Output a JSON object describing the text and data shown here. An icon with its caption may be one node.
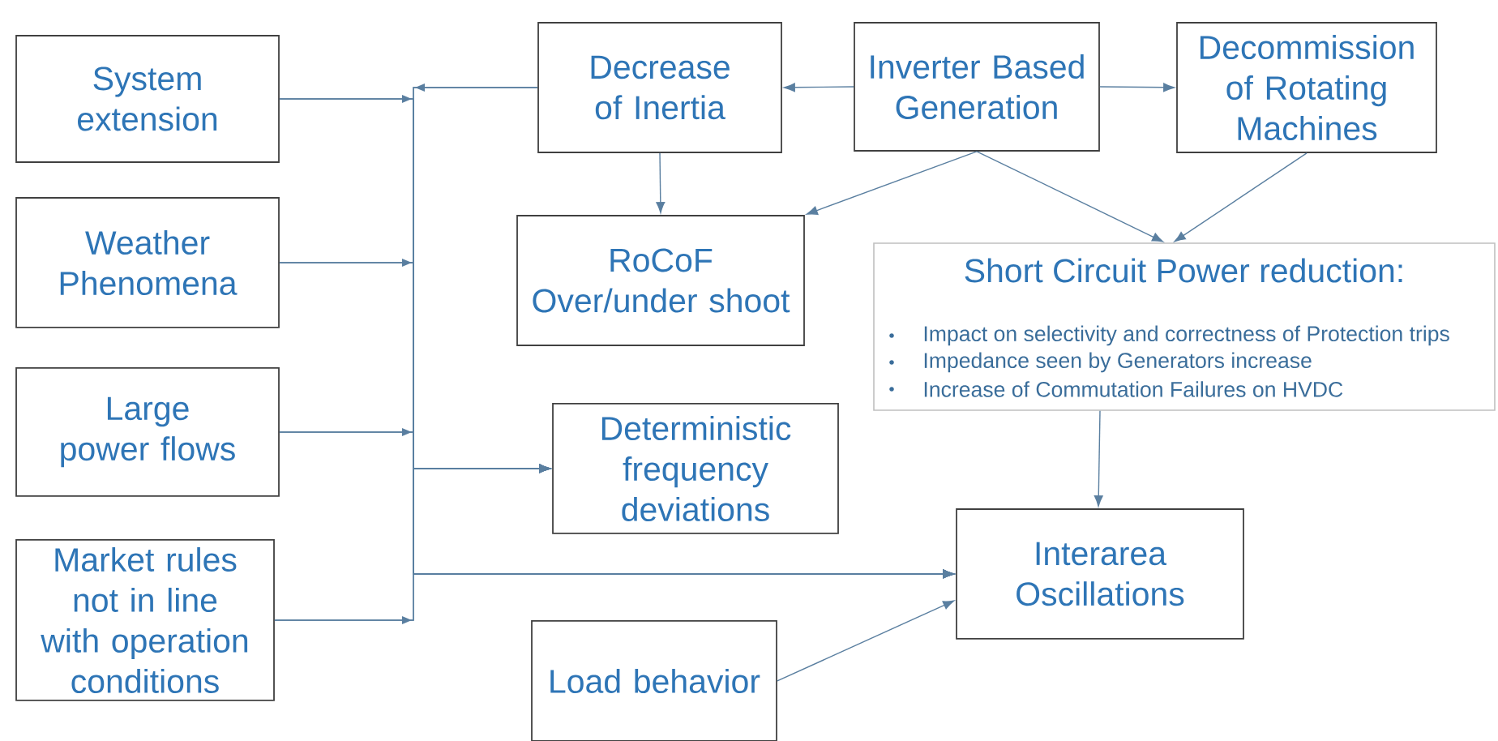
{
  "diagram": {
    "nodes": [
      {
        "text": [
          "System extension"
        ]
      },
      {
        "text": [
          "Weather Phenomena"
        ]
      },
      {
        "text": [
          "Large power flows"
        ]
      },
      {
        "text": [
          "Market rules not in line with operation conditions"
        ]
      },
      {
        "text": [
          "Decrease of Inertia"
        ]
      },
      {
        "text": [
          "Inverter Based Generation"
        ]
      },
      {
        "text": [
          "Decommission of Rotating Machines"
        ]
      },
      {
        "text": [
          "RoCoF Over/under shoot"
        ]
      },
      {
        "text": [
          "Short Circuit Power reduction:",
          "Impact on selectivity and correctness of Protection trips",
          "Impedance seen by Generators increase",
          "Increase of Commutation Failures on HVDC"
        ]
      },
      {
        "text": [
          "Deterministic frequency deviations"
        ]
      },
      {
        "text": [
          "Interarea Oscillations"
        ]
      },
      {
        "text": [
          "Load behavior"
        ]
      }
    ],
    "edges": [
      {
        "from": 5,
        "to": 4,
        "arrow": "to"
      },
      {
        "from": 5,
        "to": 6,
        "arrow": "to"
      },
      {
        "from": 4,
        "to": 7,
        "arrow": "to"
      },
      {
        "from": 5,
        "to": 7,
        "arrow": "to"
      },
      {
        "from": 5,
        "to": 8,
        "arrow": "to"
      },
      {
        "from": 6,
        "to": 8,
        "arrow": "to"
      },
      {
        "from": 8,
        "to": 10,
        "arrow": "to"
      },
      {
        "from": 11,
        "to": 10,
        "arrow": "to"
      },
      {
        "from": 0,
        "to": 9,
        "arrow": "to"
      },
      {
        "from": 0,
        "to": 10,
        "arrow": "to"
      },
      {
        "from": 1,
        "to": 9,
        "arrow": "to"
      },
      {
        "from": 1,
        "to": 10,
        "arrow": "to"
      },
      {
        "from": 2,
        "to": 9,
        "arrow": "to"
      },
      {
        "from": 2,
        "to": 10,
        "arrow": "to"
      },
      {
        "from": 3,
        "to": 9,
        "arrow": "to"
      },
      {
        "from": 3,
        "to": 10,
        "arrow": "to"
      },
      {
        "from": 4,
        "to": 9,
        "arrow": "to"
      },
      {
        "from": 4,
        "to": 10,
        "arrow": "to"
      }
    ]
  }
}
